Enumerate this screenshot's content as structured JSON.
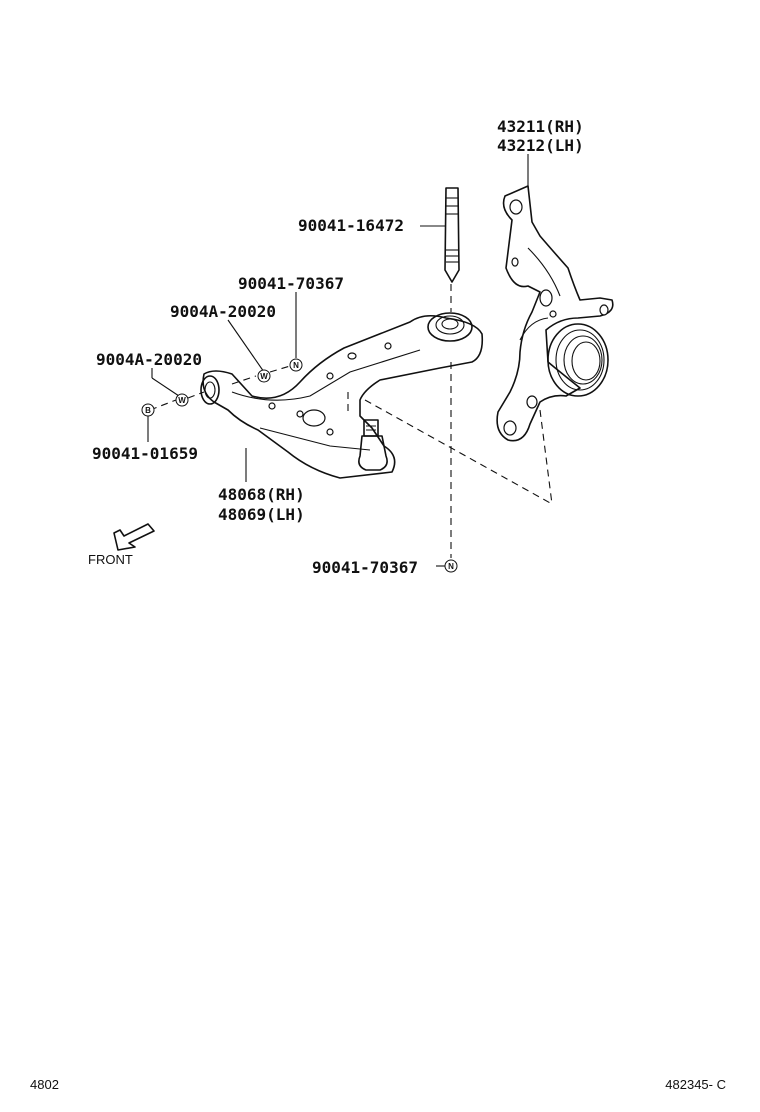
{
  "parts": {
    "knuckle_rh": "43211(RH)",
    "knuckle_lh": "43212(LH)",
    "stud_bolt": "90041-16472",
    "nut_top": "90041-70367",
    "washer_upper": "9004A-20020",
    "washer_lower": "9004A-20020",
    "bolt": "90041-01659",
    "arm_rh": "48068(RH)",
    "arm_lh": "48069(LH)",
    "nut_bottom": "90041-70367"
  },
  "symbols": {
    "nut": "N",
    "washer": "W",
    "bolt": "B"
  },
  "front_label": "FRONT",
  "footer": {
    "left": "4802",
    "right": "482345- C"
  }
}
